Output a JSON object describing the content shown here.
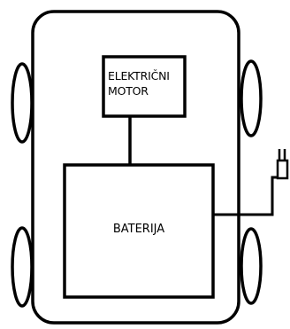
{
  "components": {
    "motor": {
      "line1": "ELEKTRIČNI",
      "line2": "MOTOR"
    },
    "battery": {
      "label": "BATERIJA"
    }
  },
  "colors": {
    "stroke": "#000000",
    "background": "#ffffff"
  },
  "icons": {
    "plug": "electric-plug-icon"
  }
}
